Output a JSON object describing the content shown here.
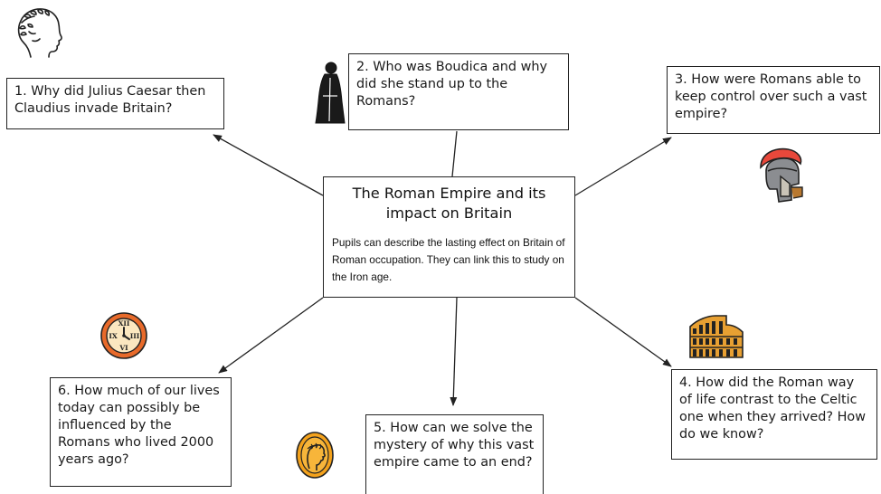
{
  "center": {
    "title": "The Roman Empire and its impact on Britain",
    "description": "Pupils can describe the lasting effect on Britain of Roman occupation. They can link this to study on the Iron age."
  },
  "questions": [
    {
      "text": "1. Why did Julius Caesar then Claudius invade Britain?",
      "icon": "laurel-head-icon"
    },
    {
      "text": "2. Who was Boudica and why did she stand up to the Romans?",
      "icon": "boudica-figure-icon"
    },
    {
      "text": "3. How were Romans able to keep control over such a vast empire?",
      "icon": "roman-helmet-icon"
    },
    {
      "text": "4. How did the Roman way of life contrast to the Celtic one when they arrived? How do we know?",
      "icon": "colosseum-icon"
    },
    {
      "text": "5. How can we solve the mystery of why this vast empire came to an end?",
      "icon": "roman-coin-icon"
    },
    {
      "text": "6. How much of our lives today can possibly be influenced by the Romans who lived 2000 years ago?",
      "icon": "roman-clock-icon"
    }
  ],
  "colors": {
    "helmet_crest": "#e8483b",
    "coin": "#f4a21c",
    "clock_rim": "#e86a2a",
    "colosseum": "#e8a032"
  }
}
